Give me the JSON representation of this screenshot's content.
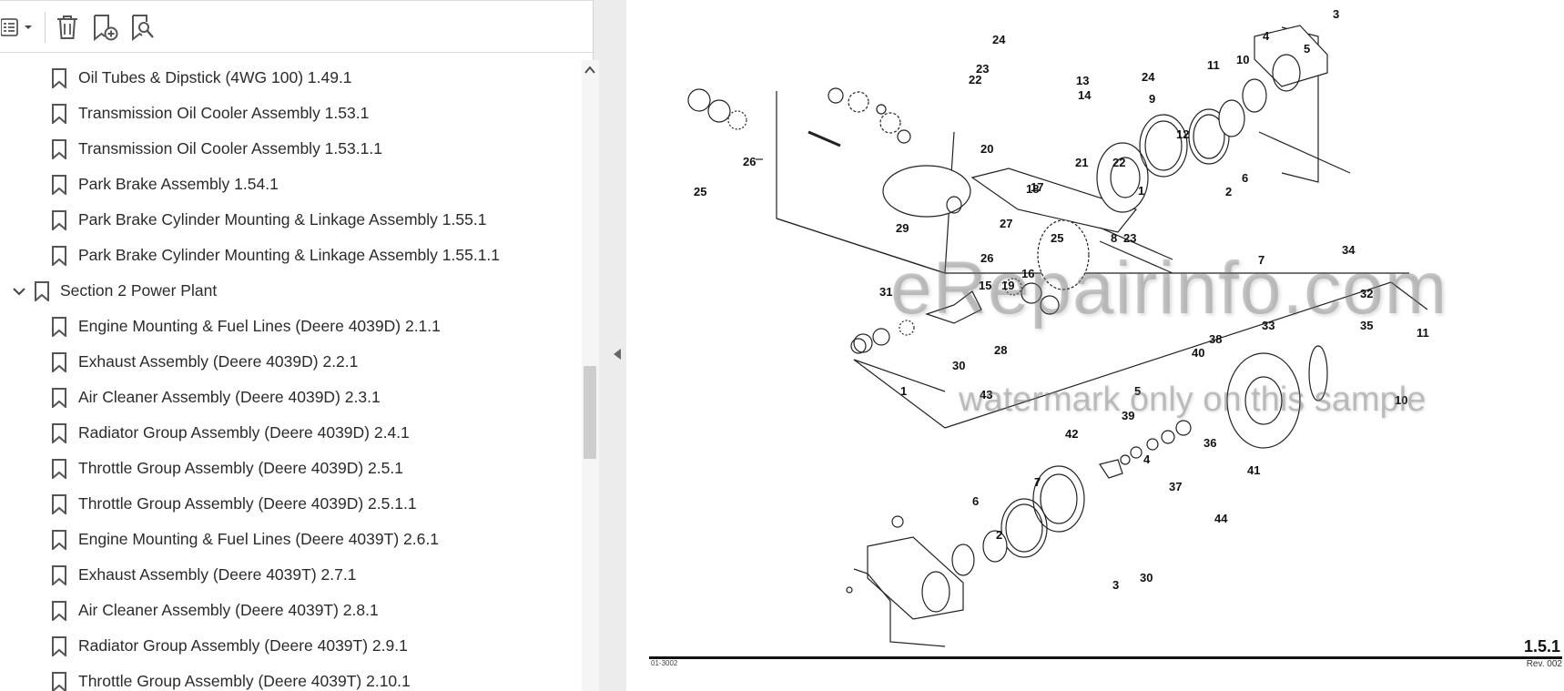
{
  "toolbar": {
    "options_icon": "list-options-icon",
    "delete_icon": "trash-icon",
    "add_bookmark_icon": "add-bookmark-icon",
    "search_bookmark_icon": "search-bookmark-icon"
  },
  "bookmarks": [
    {
      "label": "Oil Tubes & Dipstick (4WG 100) 1.49.1"
    },
    {
      "label": "Transmission Oil Cooler Assembly 1.53.1"
    },
    {
      "label": "Transmission Oil Cooler Assembly 1.53.1.1"
    },
    {
      "label": "Park Brake Assembly 1.54.1"
    },
    {
      "label": "Park Brake Cylinder Mounting & Linkage Assembly 1.55.1"
    },
    {
      "label": "Park Brake Cylinder Mounting & Linkage Assembly 1.55.1.1"
    },
    {
      "label": "Section 2 Power Plant"
    },
    {
      "label": "Engine Mounting & Fuel Lines (Deere 4039D) 2.1.1"
    },
    {
      "label": "Exhaust Assembly (Deere 4039D) 2.2.1"
    },
    {
      "label": "Air Cleaner Assembly (Deere 4039D) 2.3.1"
    },
    {
      "label": "Radiator Group Assembly (Deere 4039D) 2.4.1"
    },
    {
      "label": "Throttle Group Assembly (Deere 4039D) 2.5.1"
    },
    {
      "label": "Throttle Group Assembly (Deere 4039D) 2.5.1.1"
    },
    {
      "label": "Engine Mounting & Fuel Lines (Deere 4039T) 2.6.1"
    },
    {
      "label": "Exhaust Assembly (Deere 4039T) 2.7.1"
    },
    {
      "label": "Air Cleaner Assembly (Deere 4039T) 2.8.1"
    },
    {
      "label": "Radiator Group Assembly (Deere 4039T) 2.9.1"
    },
    {
      "label": "Throttle Group Assembly (Deere 4039T) 2.10.1"
    }
  ],
  "document": {
    "page_number": "1.5.1",
    "revision": "Rev. 002",
    "doc_number": "01-3002",
    "watermark_main": "eRepairinfo.com",
    "watermark_sub": "watermark only on this sample",
    "callouts": [
      "3",
      "5",
      "4",
      "10",
      "11",
      "12",
      "9",
      "14",
      "13",
      "1",
      "2",
      "6",
      "7",
      "8",
      "23",
      "24",
      "21",
      "22",
      "23",
      "24",
      "22",
      "20",
      "18",
      "19",
      "16",
      "17",
      "26",
      "25",
      "27",
      "25",
      "26",
      "15",
      "29",
      "28",
      "31",
      "30",
      "32",
      "33",
      "34",
      "35",
      "11",
      "10",
      "38",
      "40",
      "41",
      "44",
      "36",
      "37",
      "39",
      "42",
      "43",
      "30",
      "3",
      "4",
      "5",
      "2",
      "6",
      "7",
      "1"
    ]
  },
  "colors": {
    "accent": "#2b2b2b",
    "panel_bg": "#ffffff",
    "chrome_bg": "#ececec"
  }
}
